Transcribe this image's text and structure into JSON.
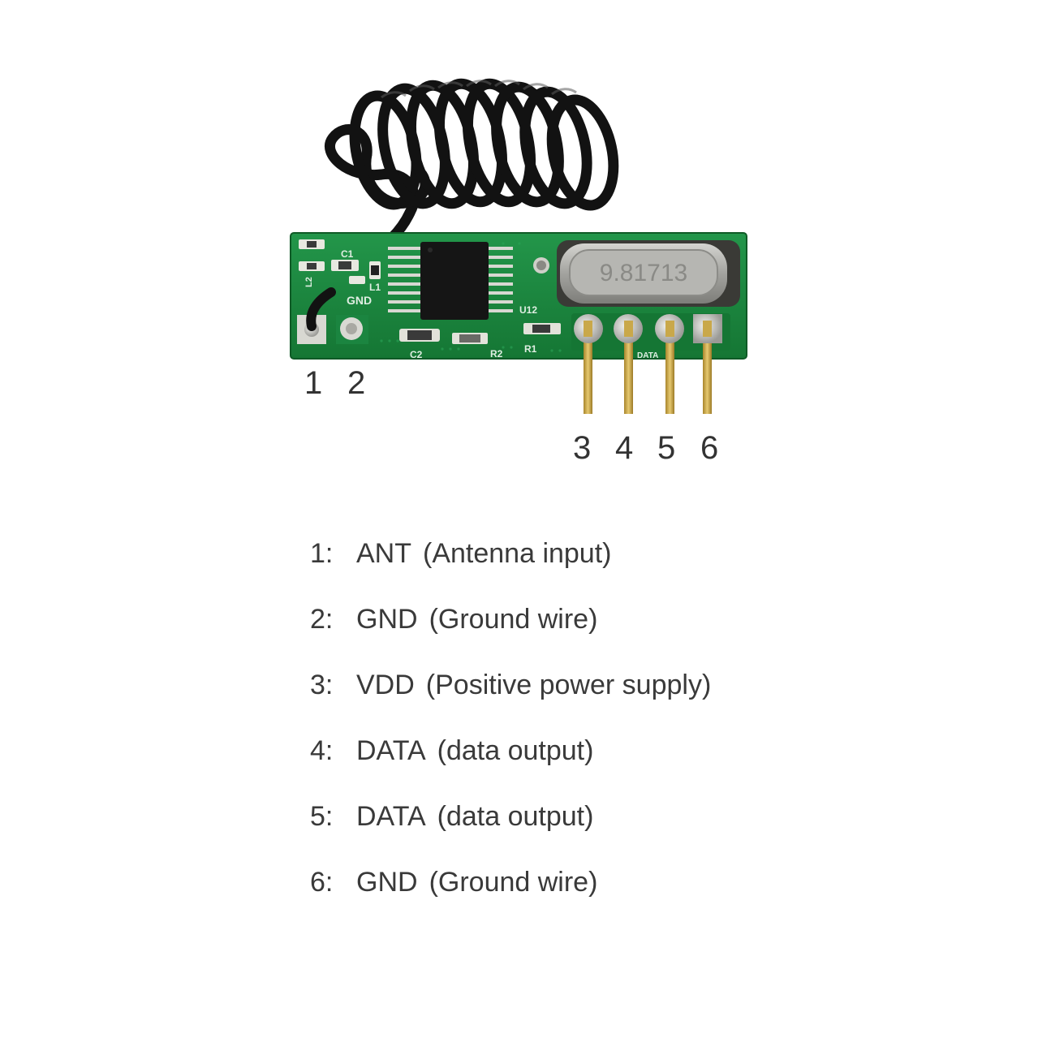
{
  "board": {
    "crystal_marking": "9.81713",
    "silkscreen": {
      "gnd": "GND",
      "c1": "C1",
      "l1": "L1",
      "l2": "L2",
      "u12": "U12",
      "c2": "C2",
      "r2": "R2",
      "r1": "R1",
      "data": "DATA"
    }
  },
  "pin_numbers": [
    "1",
    "2",
    "3",
    "4",
    "5",
    "6"
  ],
  "legend": [
    {
      "num": "1:",
      "signal": "ANT",
      "desc": "(Antenna input)"
    },
    {
      "num": "2:",
      "signal": "GND",
      "desc": "(Ground wire)"
    },
    {
      "num": "3:",
      "signal": "VDD",
      "desc": "(Positive power supply)"
    },
    {
      "num": "4:",
      "signal": "DATA",
      "desc": "(data output)"
    },
    {
      "num": "5:",
      "signal": "DATA",
      "desc": "(data output)"
    },
    {
      "num": "6:",
      "signal": "GND",
      "desc": "(Ground wire)"
    }
  ],
  "colors": {
    "pcb": "#1d8a3c",
    "pcb_dark": "#147030",
    "wire": "#121212",
    "pin_gold": "#c9a84a",
    "crystal_metal": "#a8a8a4",
    "text": "#3a3a3a"
  }
}
